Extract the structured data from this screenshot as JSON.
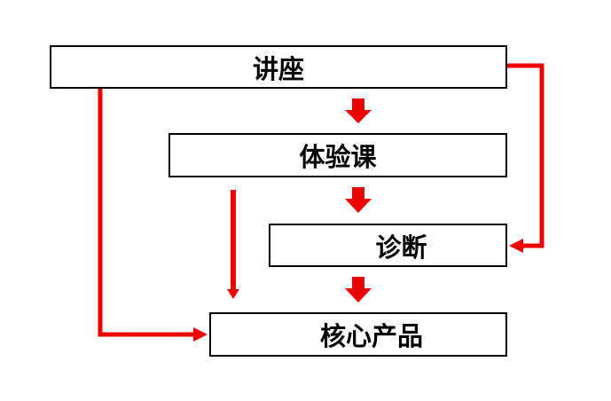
{
  "nodes": {
    "lecture": "讲座",
    "trial_class": "体验课",
    "diagnosis": "诊断",
    "core_product": "核心产品"
  },
  "colors": {
    "arrow": "#ee0000",
    "box_border": "#000000",
    "text": "#000000"
  }
}
